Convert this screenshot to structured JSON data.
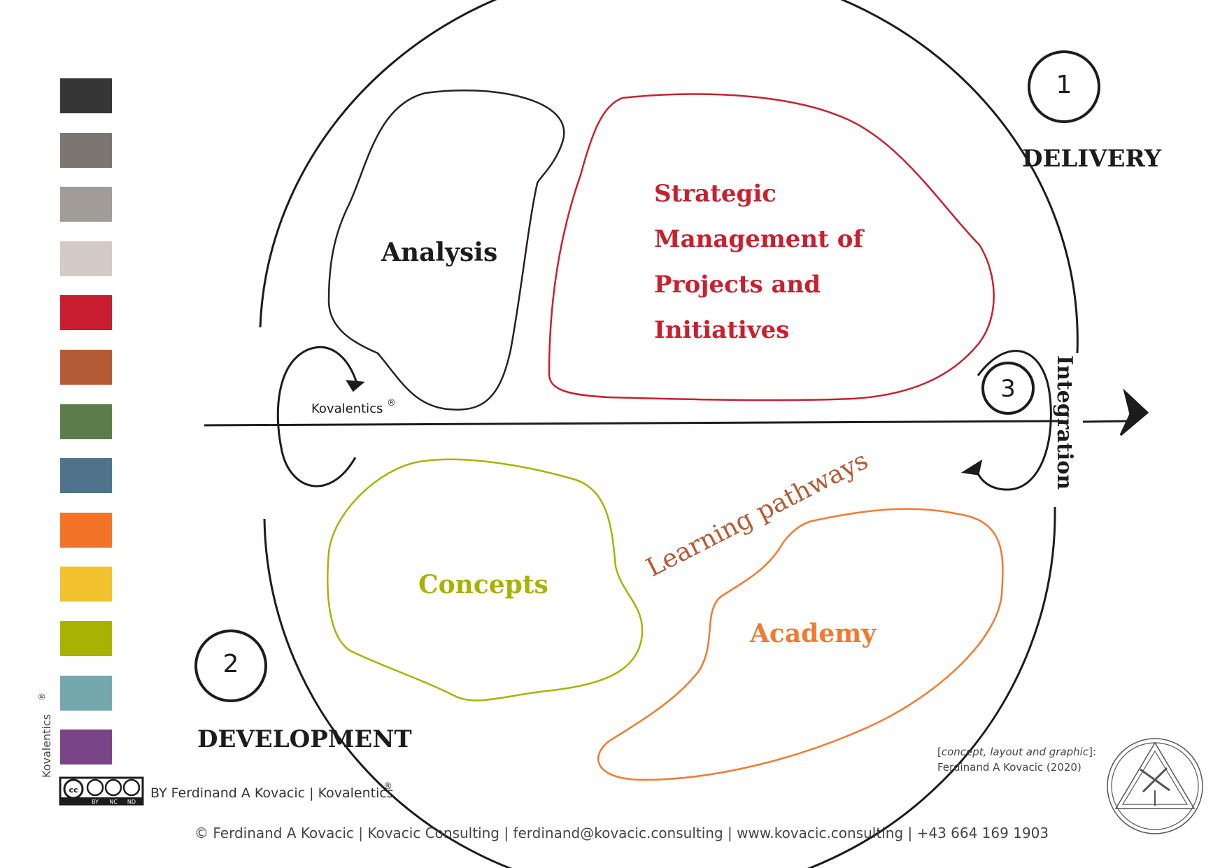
{
  "palette": {
    "swatches": [
      "#363636",
      "#7c7671",
      "#a29c98",
      "#d4cbc6",
      "#c81d30",
      "#b45a34",
      "#5d7c4c",
      "#4e738a",
      "#f37328",
      "#f2c12e",
      "#a8b203",
      "#75a8ad",
      "#7a4488"
    ]
  },
  "diagram": {
    "stages": {
      "delivery": {
        "number": "1",
        "label": "DELIVERY"
      },
      "development": {
        "number": "2",
        "label": "DEVELOPMENT"
      },
      "integration": {
        "number": "3",
        "label": "Integration"
      }
    },
    "areas": {
      "analysis": {
        "label": "Analysis",
        "color": "#2b1f1f"
      },
      "strategic": {
        "lines": [
          "Strategic",
          "Management of",
          "Projects and",
          "Initiatives"
        ],
        "color": "#c8202f"
      },
      "concepts": {
        "label": "Concepts",
        "color": "#a8b203"
      },
      "academy": {
        "label": "Academy",
        "color": "#f07a30"
      }
    },
    "pathway_label": "Learning pathways",
    "pathway_color": "#b45a34",
    "brand_inline": "Kovalentics",
    "registered_mark": "®"
  },
  "credits": {
    "concept_bracket_open": "[",
    "concept_italic": "concept, layout and graphic",
    "concept_bracket_close": "]:",
    "concept_author": "Ferdinand A Kovacic (2020)",
    "vertical_brand": "Kovalentics",
    "license_text": "BY Ferdinand A Kovacic | Kovalentics",
    "cc_badges": [
      "BY",
      "NC",
      "ND"
    ],
    "footer": "©  Ferdinand A Kovacic  | Kovacic Consulting | ferdinand@kovacic.consulting | www.kovacic.consulting | +43 664 169 1903"
  }
}
